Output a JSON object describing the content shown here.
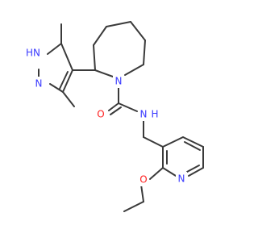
{
  "structure": {
    "atom_labels": {
      "pyrazole_nh": "HN",
      "pyrazole_n": "N",
      "ring_n": "N",
      "carbonyl_o": "O",
      "amide_n": "N",
      "amide_h": "H",
      "pyridine_n": "N",
      "ether_o": "O"
    },
    "colors": {
      "bond": "#3a3a3a",
      "nitrogen": "#3a3aff",
      "oxygen": "#ff2020",
      "background": "#ffffff"
    }
  }
}
